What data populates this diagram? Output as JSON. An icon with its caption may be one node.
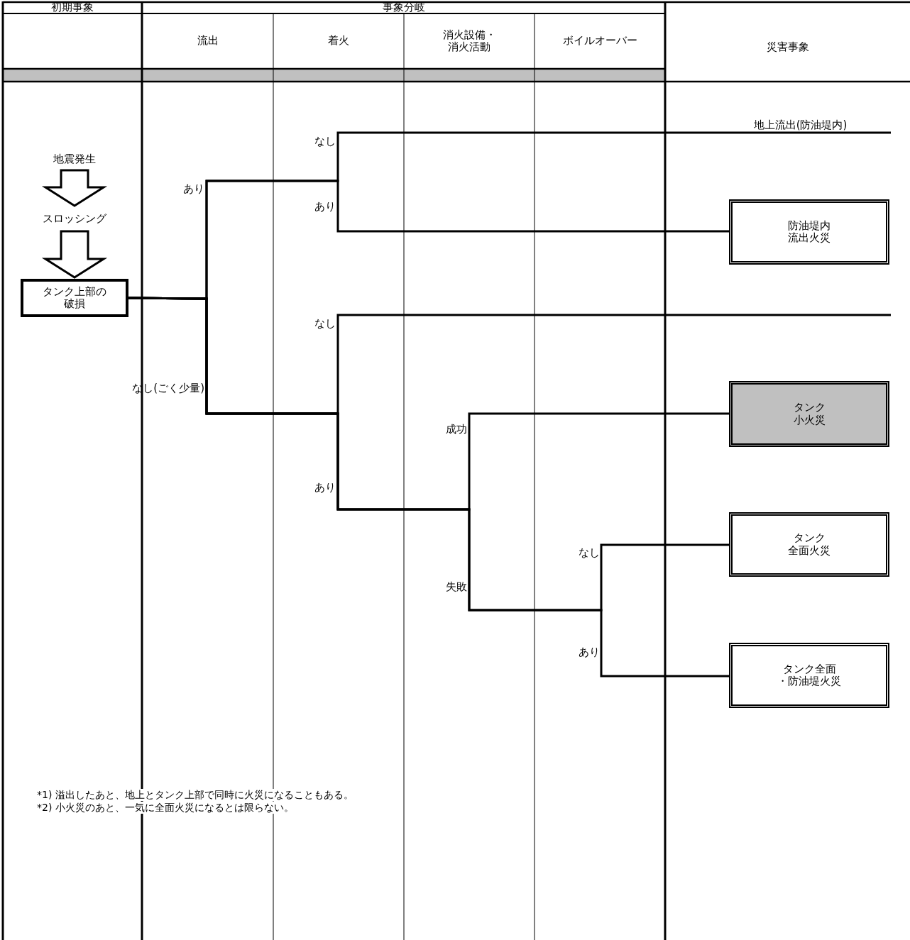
{
  "diagram": {
    "nodes": [
      {
        "text": [
          "地震発生"
        ]
      },
      {
        "text": [
          "スロッシング"
        ]
      },
      {
        "text": [
          "タンク上部の破損"
        ]
      },
      {
        "text": [
          "地上流出(防油堤内)"
        ]
      },
      {
        "text": [
          "防油堤内流出火災"
        ]
      },
      {
        "text": [
          "タンク小火災"
        ]
      },
      {
        "text": [
          "タンク全面火災"
        ]
      },
      {
        "text": [
          "タンク全面・防油堤火災"
        ]
      }
    ],
    "edges": [
      {
        "from": 0,
        "to": 1,
        "arrow": "to"
      },
      {
        "from": 1,
        "to": 2,
        "arrow": "to"
      },
      {
        "from": 2,
        "to": 3,
        "arrow": "none"
      },
      {
        "from": 2,
        "to": 4,
        "arrow": "none"
      },
      {
        "from": 2,
        "to": null,
        "arrow": "none"
      },
      {
        "from": 2,
        "to": 5,
        "arrow": "none"
      },
      {
        "from": 2,
        "to": 6,
        "arrow": "none"
      },
      {
        "from": 2,
        "to": 7,
        "arrow": "none"
      }
    ],
    "labels": [
      "初期事象",
      "事象分岐",
      "流出",
      "着火",
      "消火設備・消火活動",
      "ボイルオーバー",
      "災害事象",
      "なし",
      "あり",
      "あり",
      "なし",
      "なし(ごく少量)",
      "成功",
      "あり",
      "なし",
      "失敗",
      "あり",
      "*1) 溢出したあと、地上とタンク上部で同時に火災になることもある。",
      "*2) 小火災のあと、一気に全面火災になるとは限らない。"
    ]
  }
}
